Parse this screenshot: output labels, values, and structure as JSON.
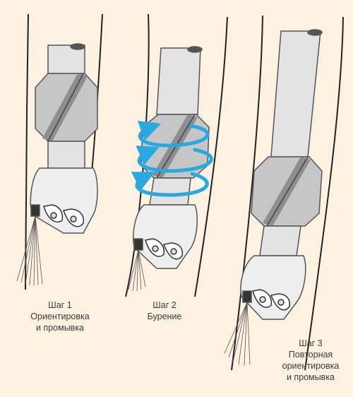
{
  "steps": [
    {
      "line1": "Шаг 1",
      "line2": "Ориентировка",
      "line3": "и промывка"
    },
    {
      "line1": "Шаг 2",
      "line2": "Бурение"
    },
    {
      "line1": "Шаг 3",
      "line2": "Повторная",
      "line3": "ориентировка",
      "line4": "и промывка"
    }
  ],
  "colors": {
    "background": "#fdf2e2",
    "borehole_wall": "#222222",
    "pipe_fill": "#e3e3e3",
    "stabilizer_dark": "#8e8e8e",
    "stabilizer_light": "#c6c6c6",
    "bit_fill": "#eeeeee",
    "rotation_arrow": "#2aa8e0"
  }
}
